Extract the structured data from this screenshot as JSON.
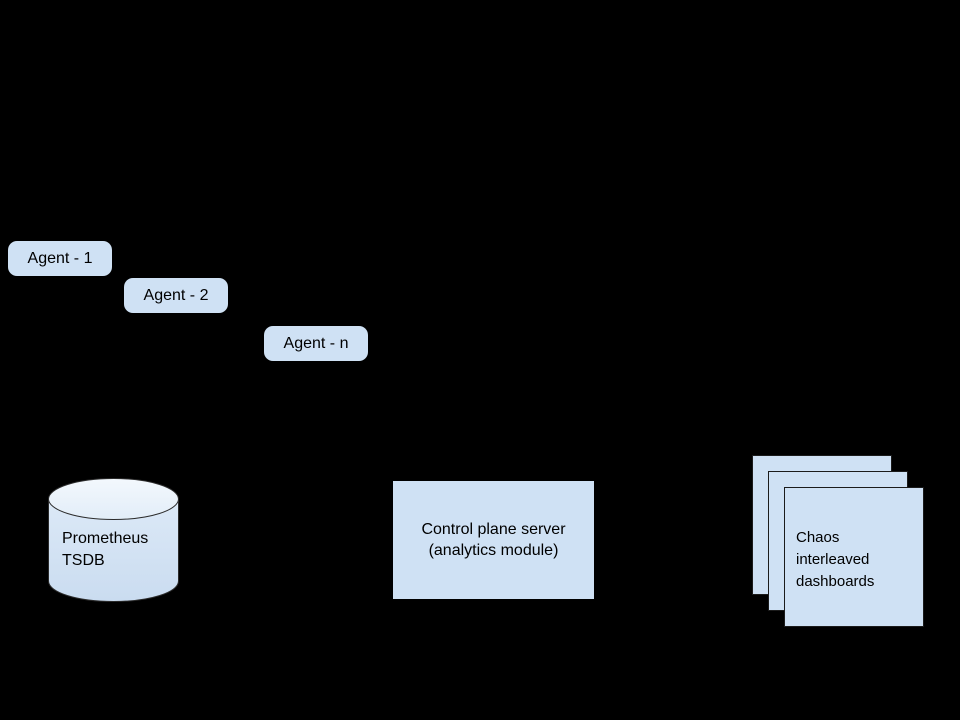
{
  "diagram": {
    "background_color": "#000000",
    "node_fill_color": "#cfe1f4",
    "node_stroke_color": "#1b1b1b",
    "text_color": "#000000",
    "agents": [
      {
        "label": "Agent - 1"
      },
      {
        "label": "Agent - 2"
      },
      {
        "label": "Agent - n"
      }
    ],
    "datastore": {
      "label": "Prometheus\nTSDB",
      "shape": "cylinder",
      "top_fill_color": "#eef4fb",
      "body_fill_color": "#cfe1f4"
    },
    "server": {
      "label": "Control plane server\n(analytics module)",
      "shape": "rectangle"
    },
    "dashboards": {
      "label": "Chaos\ninterleaved\ndashboards",
      "shape": "stacked-cards",
      "card_count": 3
    },
    "connectors": [
      {
        "name": "to-dashboards",
        "arrowhead": "filled-triangle",
        "direction": "right"
      }
    ]
  }
}
